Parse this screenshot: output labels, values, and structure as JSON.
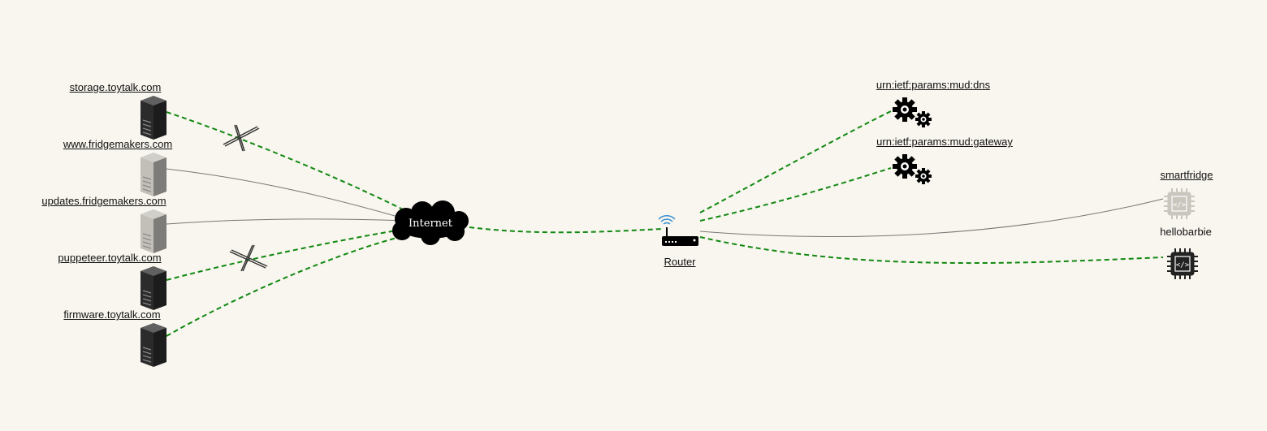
{
  "colors": {
    "background": "#f8f6ee",
    "active_link": "#118811",
    "inactive_link": "#777777",
    "server_active": "#2b2b2b",
    "server_inactive": "#c2bfb8"
  },
  "servers": [
    {
      "id": "storage",
      "label": "storage.toytalk.com",
      "active": true,
      "icon": "server-icon"
    },
    {
      "id": "fridgemakers",
      "label": "www.fridgemakers.com",
      "active": false,
      "icon": "server-icon"
    },
    {
      "id": "updates",
      "label": "updates.fridgemakers.com",
      "active": false,
      "icon": "server-icon"
    },
    {
      "id": "puppeteer",
      "label": "puppeteer.toytalk.com",
      "active": true,
      "icon": "server-icon"
    },
    {
      "id": "firmware",
      "label": "firmware.toytalk.com",
      "active": true,
      "icon": "server-icon"
    }
  ],
  "internet": {
    "label": "Internet",
    "icon": "cloud-icon"
  },
  "router": {
    "label": "Router",
    "icon": "router-icon"
  },
  "mud_services": [
    {
      "id": "dns",
      "label": "urn:ietf:params:mud:dns",
      "icon": "gears-icon"
    },
    {
      "id": "gateway",
      "label": "urn:ietf:params:mud:gateway",
      "icon": "gears-icon"
    }
  ],
  "devices": [
    {
      "id": "smartfridge",
      "label": "smartfridge",
      "active": false,
      "icon": "chip-icon"
    },
    {
      "id": "hellobarbie",
      "label": "hellobarbie",
      "active": true,
      "icon": "chip-icon"
    }
  ],
  "blocked_markers": [
    {
      "id": "storage-link",
      "icon": "blocked-cross-icon"
    },
    {
      "id": "puppeteer-link",
      "icon": "blocked-cross-icon"
    }
  ]
}
